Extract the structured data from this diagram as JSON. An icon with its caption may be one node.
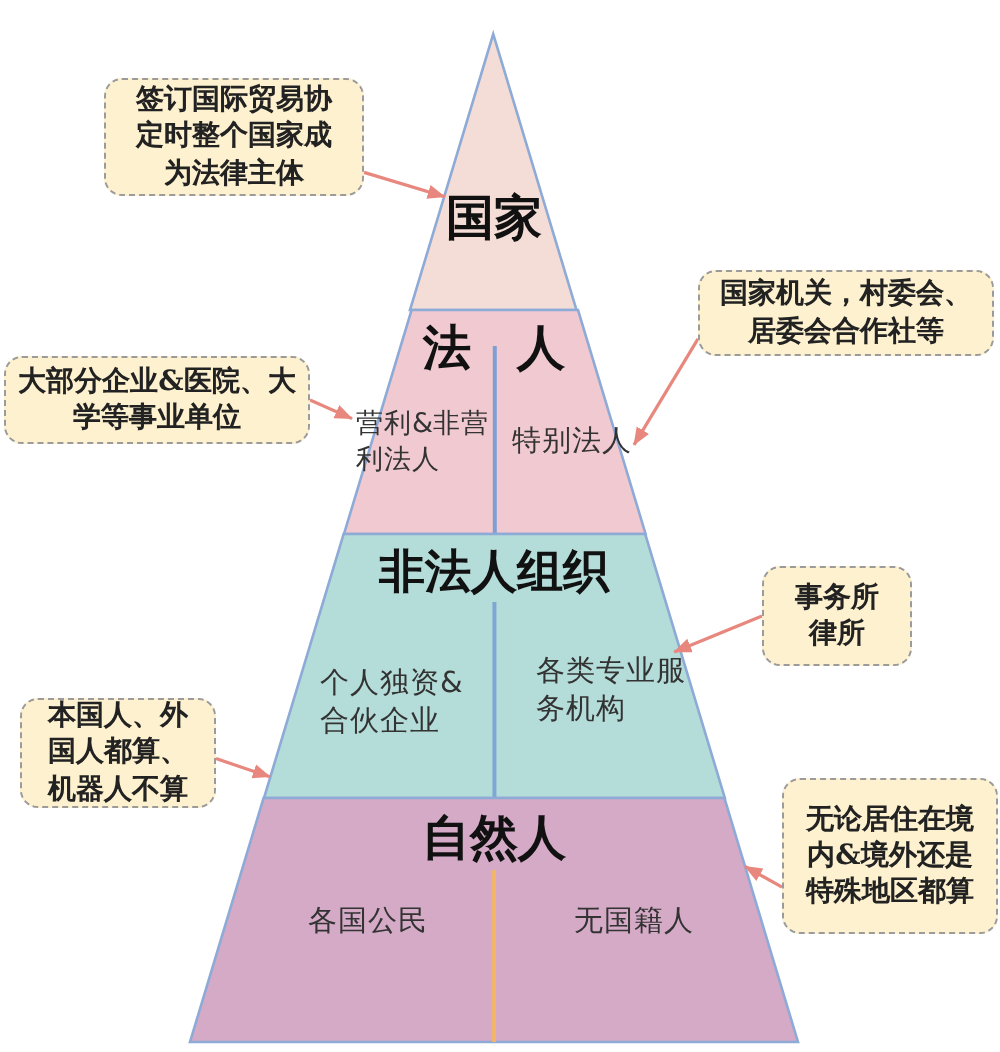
{
  "diagram": {
    "nodes": [
      {
        "text": [
          "签订国际贸易协定时整个国家成为法律主体"
        ]
      },
      {
        "text": [
          "国家"
        ]
      },
      {
        "text": [
          "国家机关，村委会、居委会合作社等"
        ]
      },
      {
        "text": [
          "大部分企业&医院、大学等事业单位"
        ]
      },
      {
        "text": [
          "法 人"
        ]
      },
      {
        "text": [
          "营利&非营利法人"
        ],
        "in": 4
      },
      {
        "text": [
          "特别法人"
        ],
        "in": 4
      },
      {
        "text": [
          "非法人组织"
        ]
      },
      {
        "text": [
          "个人独资&合伙企业"
        ],
        "in": 7
      },
      {
        "text": [
          "各类专业服务机构"
        ],
        "in": 7
      },
      {
        "text": [
          "事务所律所"
        ]
      },
      {
        "text": [
          "本国人、外国人都算、机器人不算"
        ]
      },
      {
        "text": [
          "自然人"
        ]
      },
      {
        "text": [
          "各国公民"
        ],
        "in": 12
      },
      {
        "text": [
          "无国籍人"
        ],
        "in": 12
      },
      {
        "text": [
          "无论居住在境内&境外还是特殊地区都算"
        ]
      }
    ],
    "edges": [
      {
        "from": 0,
        "to": 1,
        "arrow": "to"
      },
      {
        "from": 2,
        "to": 6,
        "arrow": "to"
      },
      {
        "from": 3,
        "to": 5,
        "arrow": "to"
      },
      {
        "from": 10,
        "to": 9,
        "arrow": "to"
      },
      {
        "from": 11,
        "to": 7,
        "arrow": "to"
      },
      {
        "from": 15,
        "to": 12,
        "arrow": "to"
      }
    ]
  }
}
